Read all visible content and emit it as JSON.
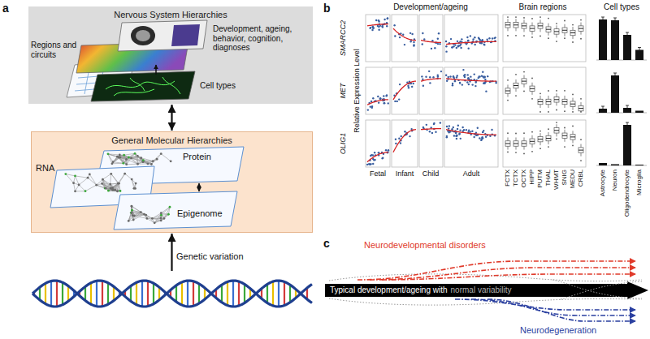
{
  "diagram": {
    "nodes": [
      {
        "text": [
          "Nervous System Hierarchies"
        ]
      },
      {
        "text": [
          "General Molecular Hierarchies"
        ]
      },
      {
        "text": [
          "Genetic variation"
        ]
      },
      {
        "text": [
          "Typical development/ageing with",
          "normal variability"
        ]
      }
    ],
    "edges": [
      {
        "from": 0,
        "to": 1,
        "arrow": "both"
      },
      {
        "from": 2,
        "to": 1,
        "arrow": "to"
      }
    ],
    "labels": [
      "a",
      "Development, ageing, behavior, cognition, diagnoses",
      "Regions and circuits",
      "Cell types",
      "Protein",
      "RNA",
      "Epigenome",
      "b",
      "Development/ageing",
      "Brain regions",
      "Cell types",
      "SMARCC2",
      "MET",
      "OLIG1",
      "Relative Expression Level",
      "Fetal",
      "Infant",
      "Child",
      "Adult",
      "FCTX",
      "TCTX",
      "OCTX",
      "HIPP",
      "PUTM",
      "THAL",
      "WHMT",
      "SNIG",
      "MEDU",
      "CRBL",
      "Astrocyte",
      "Neuron",
      "Oligodendrocyte",
      "Microglia",
      "c",
      "Neurodevelopmental disorders",
      "Neurodegeneration"
    ]
  }
}
